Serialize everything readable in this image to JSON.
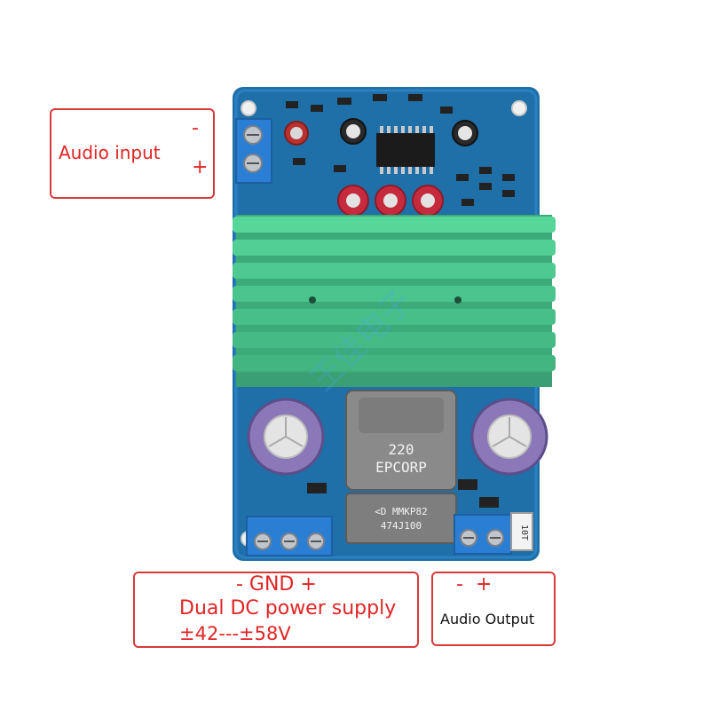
{
  "colors": {
    "callout_border": "#d83a3a",
    "label_red": "#e02424",
    "pcb_blue": "#1f6fa8",
    "heatsink_green": "#46c78e",
    "terminal_blue": "#2a7fd4"
  },
  "labels": {
    "audio_input": {
      "title": "Audio input",
      "minus": "-",
      "plus": "+"
    },
    "power_supply": {
      "gnd": "- GND +",
      "line1": "Dual DC power supply",
      "line2": "±42---±58V"
    },
    "audio_output": {
      "polarity": "-  +",
      "title": "Audio Output"
    }
  },
  "board": {
    "inductor_marking_1": "220",
    "inductor_marking_2": "EPCORP",
    "capacitor_marking_1": "<D MMKP82",
    "capacitor_marking_2": "474J100",
    "resistor_marking": "10T",
    "watermark": "王佳电子"
  }
}
